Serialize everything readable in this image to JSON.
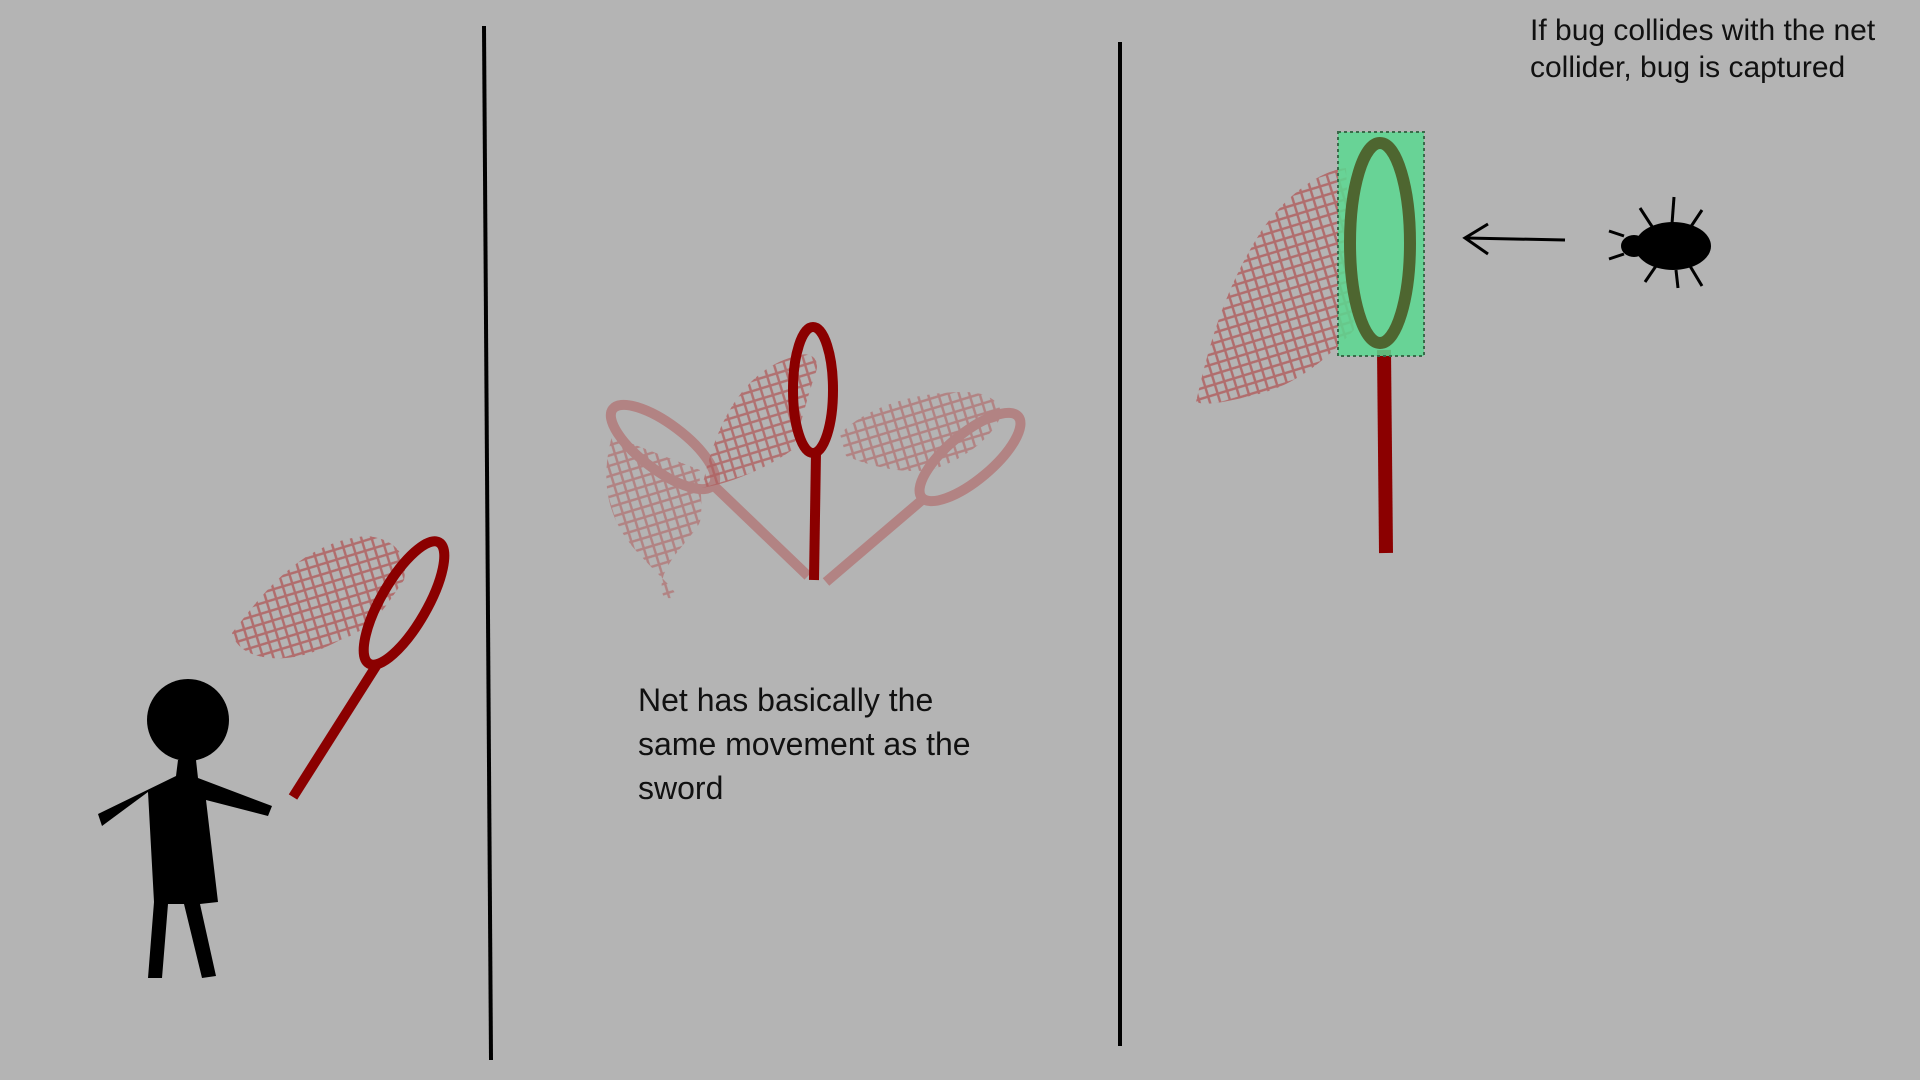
{
  "notes": {
    "movement": {
      "lines": [
        "Net has basically the",
        "same movement as the",
        "sword"
      ]
    },
    "capture": {
      "lines": [
        "If bug collides with the net",
        "collider, bug is captured"
      ]
    }
  },
  "colors": {
    "background": "#b4b4b4",
    "net_frame": "#8b0000",
    "net_ghost": "#b27676",
    "mesh": "#b06060",
    "collider_fill": "#5bd890",
    "collider_overlay_frame": "#4e6630",
    "ink": "#000000"
  },
  "icons": {
    "player": "stick-figure-icon",
    "net": "bug-net-icon",
    "bug": "beetle-icon",
    "arrow": "arrow-left-icon"
  }
}
